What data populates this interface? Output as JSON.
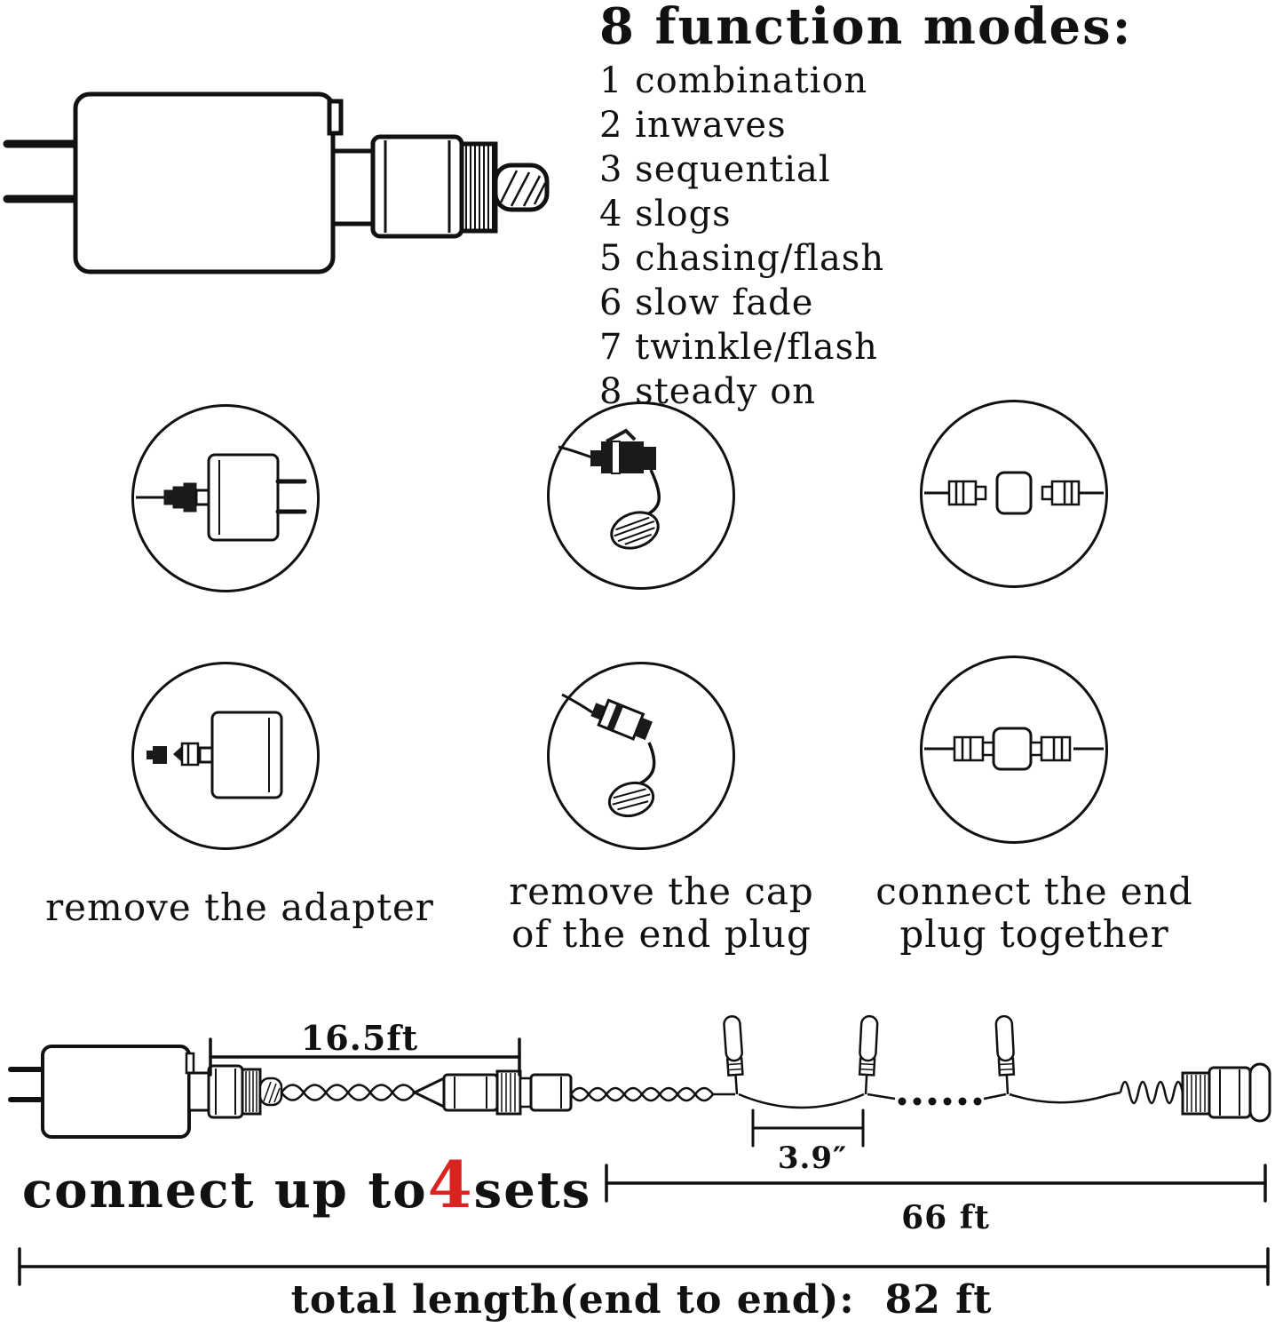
{
  "colors": {
    "ink": "#111111",
    "accent_red": "#d9231f"
  },
  "modes": {
    "title": "8 function modes:",
    "items": [
      "1 combination",
      "2 inwaves",
      "3 sequential",
      "4 slogs",
      "5 chasing/flash",
      "6 slow fade",
      "7 twinkle/flash",
      "8 steady on"
    ]
  },
  "steps": {
    "caption1": "remove the adapter",
    "caption2_line1": "remove the cap",
    "caption2_line2": "of the end plug",
    "caption3_line1": "connect the end",
    "caption3_line2": "plug together"
  },
  "dimensions": {
    "segment_length": "16.5ft",
    "bulb_spacing": "3.9″",
    "string_length": "66 ft",
    "total_label": "total length(end to end):",
    "total_value": "82 ft"
  },
  "connect": {
    "prefix": "connect up to ",
    "number": "4",
    "suffix": " sets"
  }
}
